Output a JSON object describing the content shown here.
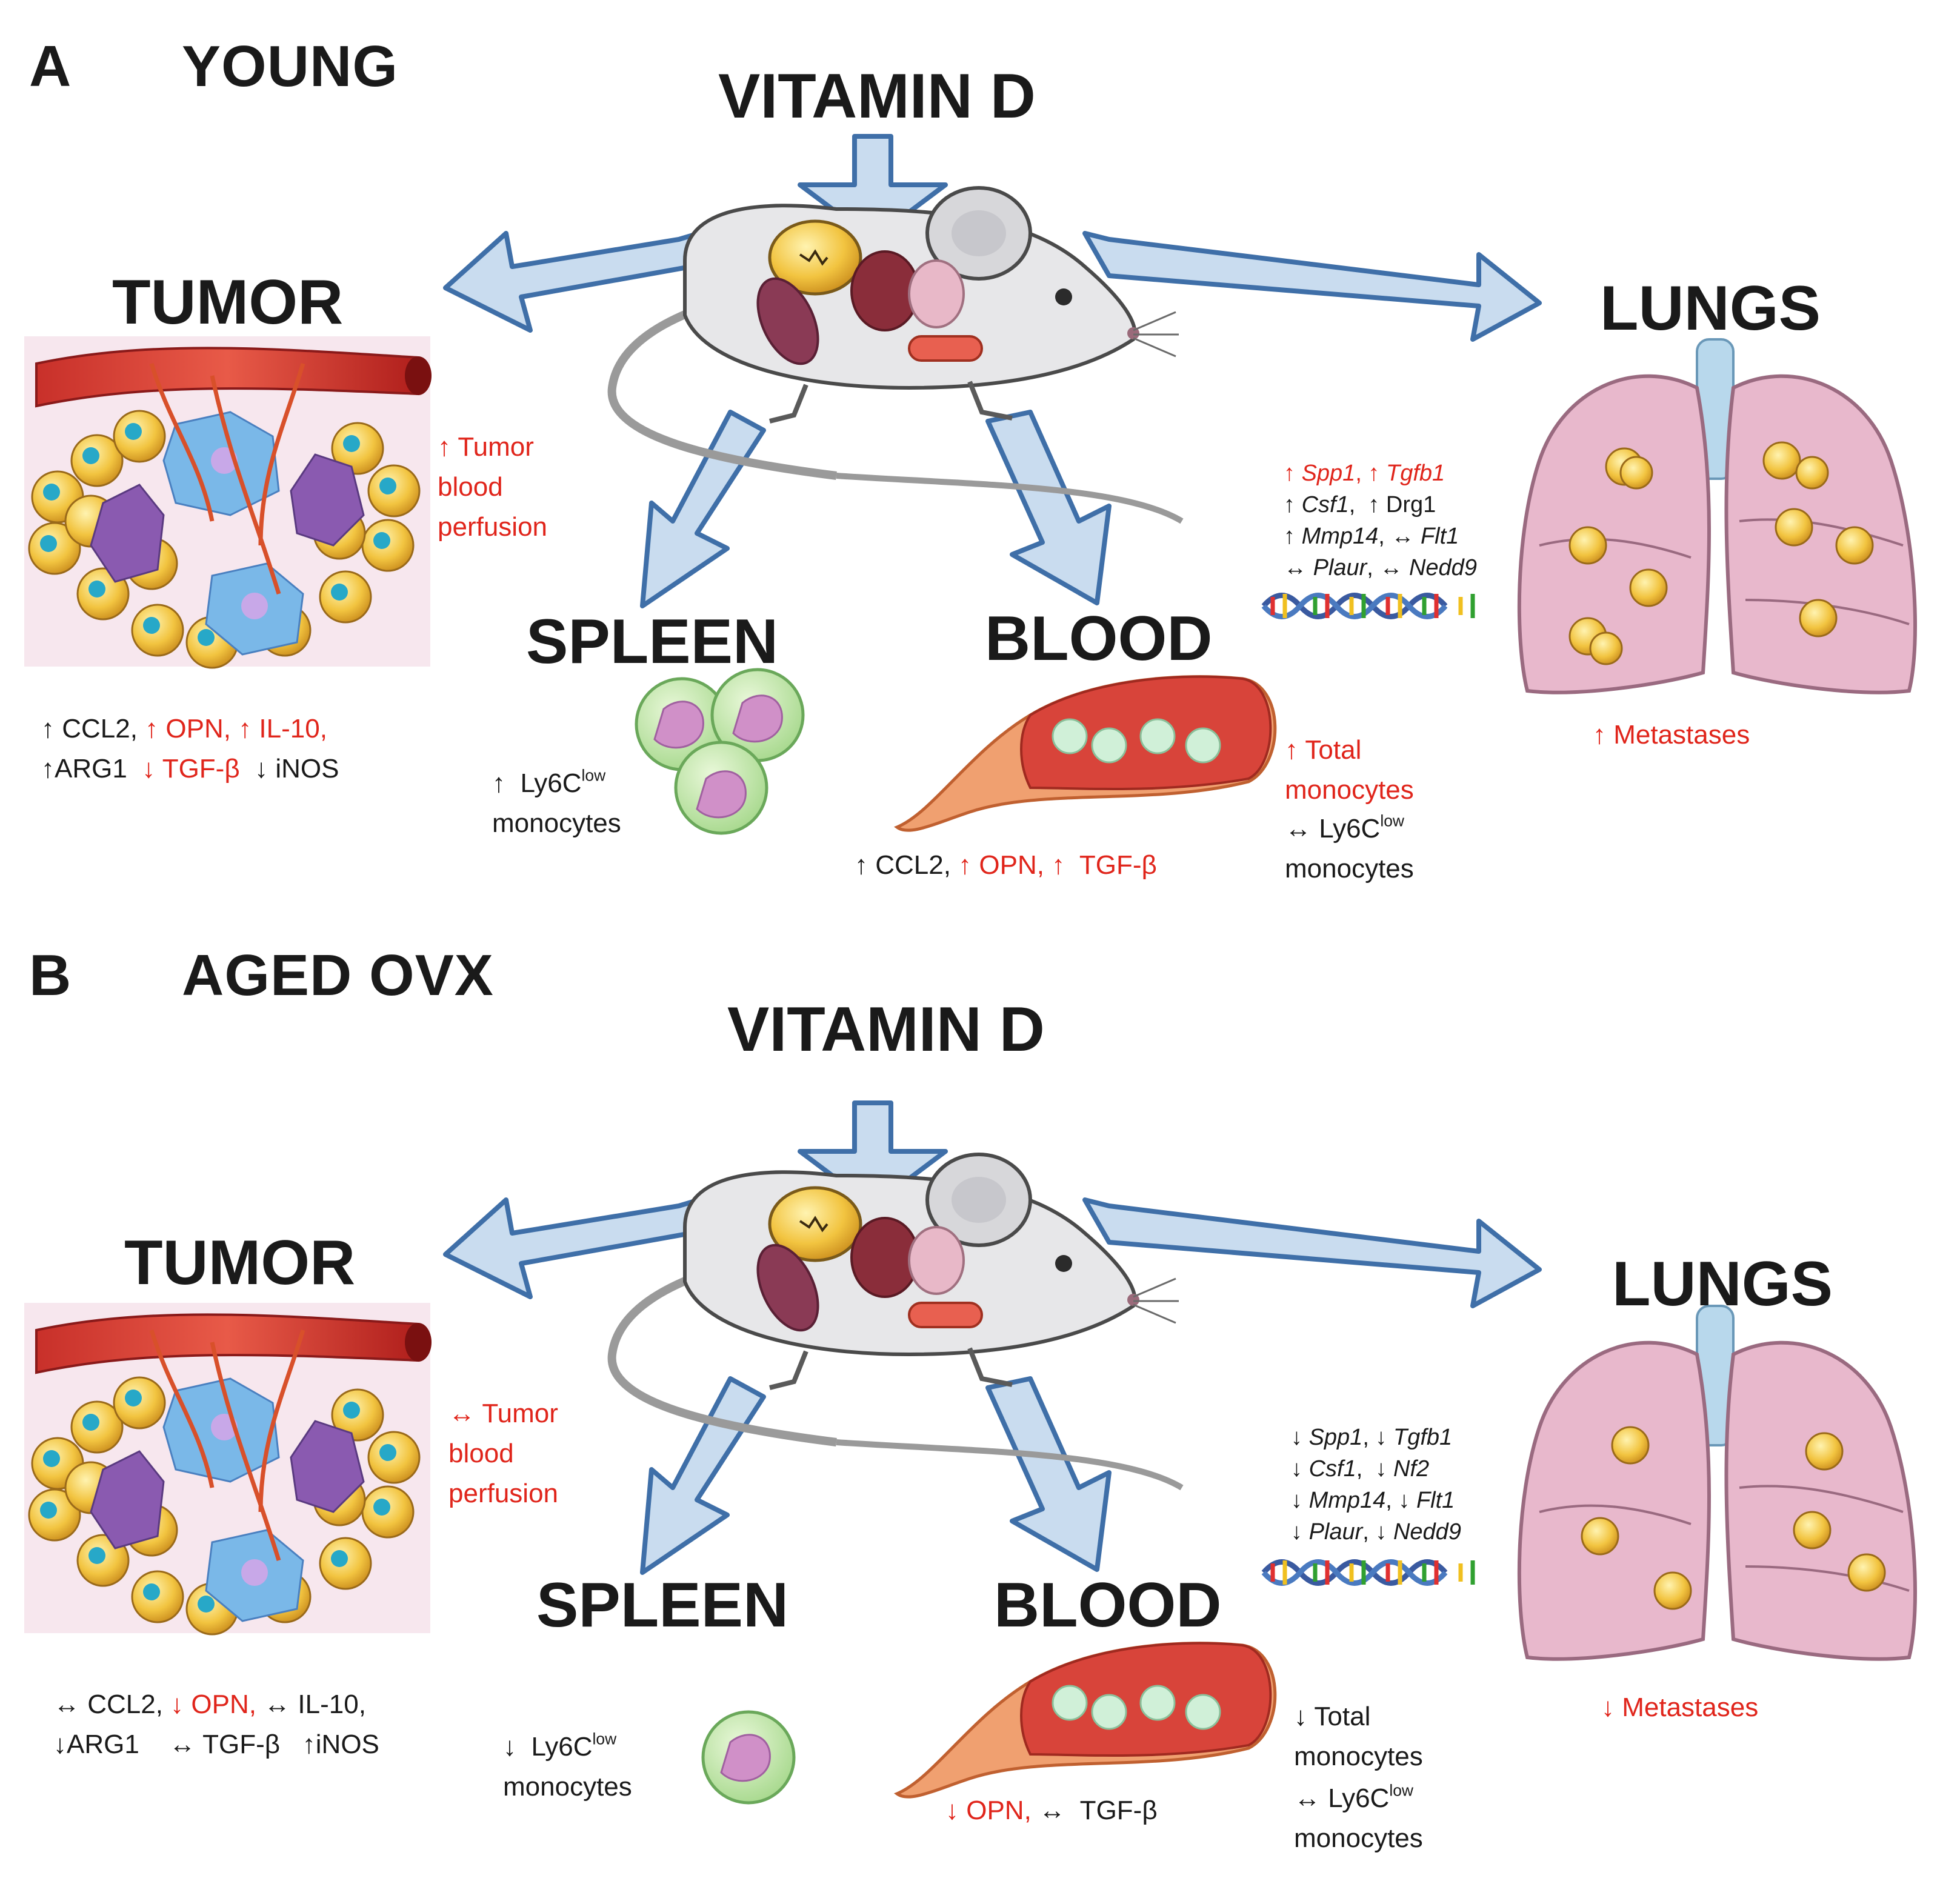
{
  "panels": [
    {
      "letter": "A",
      "title": "YOUNG",
      "vitamin_d": "VITAMIN D",
      "tumor": {
        "label": "TUMOR",
        "perfusion": [
          "↑ Tumor",
          "blood",
          "perfusion"
        ],
        "markers_line1": [
          {
            "t": "↑ CCL2, ",
            "c": "black"
          },
          {
            "t": "↑ OPN, ",
            "c": "red"
          },
          {
            "t": "↑ IL-10,",
            "c": "red"
          }
        ],
        "markers_line2": [
          {
            "t": "↑ARG1 ",
            "c": "black"
          },
          {
            "t": " ↓ TGF-β ",
            "c": "red"
          },
          {
            "t": " ↓ iNOS",
            "c": "black"
          }
        ]
      },
      "spleen": {
        "label": "SPLEEN",
        "arrow": "↑",
        "ly6c": "Ly6C",
        "low": "low",
        "mono": "monocytes"
      },
      "blood": {
        "label": "BLOOD",
        "markers": [
          {
            "t": "↑ CCL2, ",
            "c": "black"
          },
          {
            "t": "↑ OPN, ",
            "c": "red"
          },
          {
            "t": "↑  TGF-β",
            "c": "red"
          }
        ],
        "total": [
          "↑ Total",
          "monocytes"
        ],
        "total_color": "red",
        "ly6c_arrow": "↔",
        "ly6c": "Ly6C",
        "low": "low",
        "mono": "monocytes"
      },
      "lungs": {
        "label": "LUNGS",
        "genes": [
          [
            {
              "t": "↑ ",
              "c": "red",
              "i": false
            },
            {
              "t": "Spp1",
              "c": "red",
              "i": true
            },
            {
              "t": ", ↑ ",
              "c": "red",
              "i": false
            },
            {
              "t": "Tgfb1",
              "c": "red",
              "i": true
            }
          ],
          [
            {
              "t": "↑ ",
              "c": "black",
              "i": false
            },
            {
              "t": "Csf1",
              "c": "black",
              "i": true
            },
            {
              "t": ",  ↑ Drg1",
              "c": "black",
              "i": false
            }
          ],
          [
            {
              "t": "↑ ",
              "c": "black",
              "i": false
            },
            {
              "t": "Mmp14",
              "c": "black",
              "i": true
            },
            {
              "t": ", ↔ ",
              "c": "black",
              "i": false
            },
            {
              "t": "Flt1",
              "c": "black",
              "i": true
            }
          ],
          [
            {
              "t": "↔ ",
              "c": "black",
              "i": false
            },
            {
              "t": "Plaur",
              "c": "black",
              "i": true
            },
            {
              "t": ", ↔ ",
              "c": "black",
              "i": false
            },
            {
              "t": "Nedd9",
              "c": "black",
              "i": true
            }
          ]
        ],
        "metastases": "↑ Metastases"
      }
    },
    {
      "letter": "B",
      "title": "AGED OVX",
      "vitamin_d": "VITAMIN D",
      "tumor": {
        "label": "TUMOR",
        "perfusion": [
          "↔ Tumor",
          "blood",
          "perfusion"
        ],
        "markers_line1": [
          {
            "t": "↔ CCL2, ",
            "c": "black"
          },
          {
            "t": "↓ OPN, ",
            "c": "red"
          },
          {
            "t": "↔ IL-10,",
            "c": "black"
          }
        ],
        "markers_line2": [
          {
            "t": "↓ARG1    ",
            "c": "black"
          },
          {
            "t": "↔ TGF-β   ↑iNOS",
            "c": "black"
          }
        ]
      },
      "spleen": {
        "label": "SPLEEN",
        "arrow": "↓",
        "ly6c": "Ly6C",
        "low": "low",
        "mono": "monocytes"
      },
      "blood": {
        "label": "BLOOD",
        "markers": [
          {
            "t": "↓ OPN, ",
            "c": "red"
          },
          {
            "t": "↔  TGF-β",
            "c": "black"
          }
        ],
        "total": [
          "↓ Total",
          "monocytes"
        ],
        "total_color": "black",
        "ly6c_arrow": "↔",
        "ly6c": "Ly6C",
        "low": "low",
        "mono": "monocytes"
      },
      "lungs": {
        "label": "LUNGS",
        "genes": [
          [
            {
              "t": "↓ ",
              "c": "black",
              "i": false
            },
            {
              "t": "Spp1",
              "c": "black",
              "i": true
            },
            {
              "t": ", ↓ ",
              "c": "black",
              "i": false
            },
            {
              "t": "Tgfb1",
              "c": "black",
              "i": true
            }
          ],
          [
            {
              "t": "↓ ",
              "c": "black",
              "i": false
            },
            {
              "t": "Csf1",
              "c": "black",
              "i": true
            },
            {
              "t": ",  ↓ ",
              "c": "black",
              "i": false
            },
            {
              "t": "Nf2",
              "c": "black",
              "i": true
            }
          ],
          [
            {
              "t": "↓ ",
              "c": "black",
              "i": false
            },
            {
              "t": "Mmp14",
              "c": "black",
              "i": true
            },
            {
              "t": ", ↓ ",
              "c": "black",
              "i": false
            },
            {
              "t": "Flt1",
              "c": "black",
              "i": true
            }
          ],
          [
            {
              "t": "↓ ",
              "c": "black",
              "i": false
            },
            {
              "t": "Plaur",
              "c": "black",
              "i": true
            },
            {
              "t": ", ↓ ",
              "c": "black",
              "i": false
            },
            {
              "t": "Nedd9",
              "c": "black",
              "i": true
            }
          ]
        ],
        "metastases": "↓ Metastases"
      }
    }
  ],
  "colors": {
    "red": "#e0251b",
    "black": "#1a1a1a",
    "arrow_fill": "#c9dcef",
    "arrow_stroke": "#3f6fa8"
  }
}
